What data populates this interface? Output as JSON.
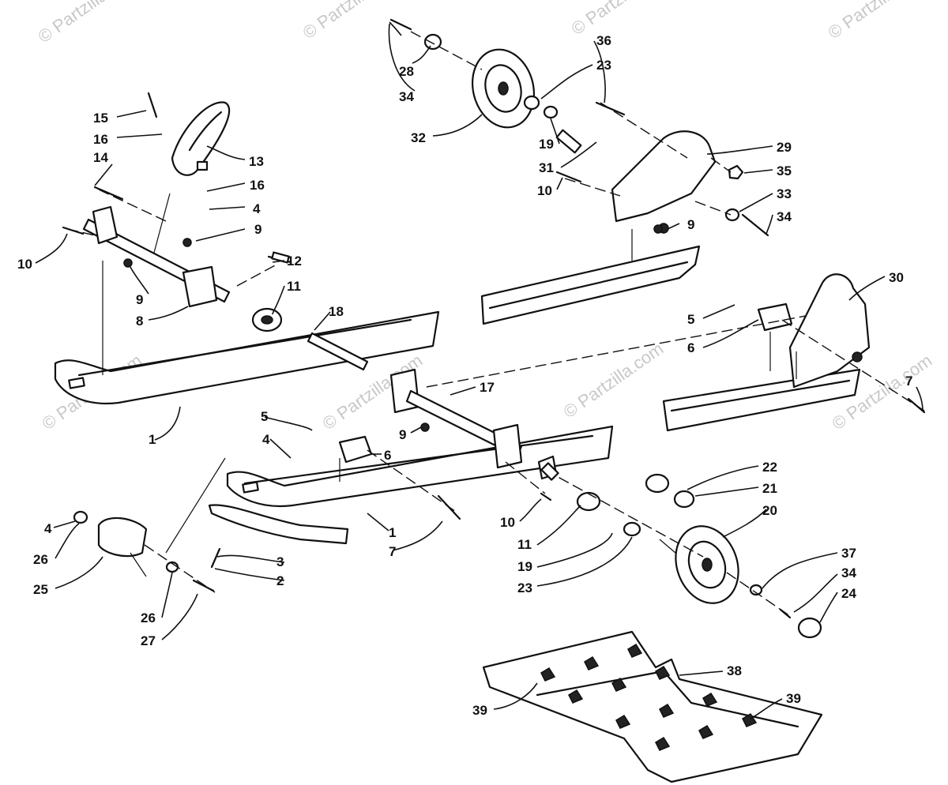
{
  "watermark": "© Partzilla.com",
  "callouts": [
    {
      "id": "c1a",
      "text": "1"
    },
    {
      "id": "c1b",
      "text": "1"
    },
    {
      "id": "c2",
      "text": "2"
    },
    {
      "id": "c3",
      "text": "3"
    },
    {
      "id": "c4a",
      "text": "4"
    },
    {
      "id": "c4b",
      "text": "4"
    },
    {
      "id": "c4c",
      "text": "4"
    },
    {
      "id": "c5a",
      "text": "5"
    },
    {
      "id": "c5b",
      "text": "5"
    },
    {
      "id": "c6a",
      "text": "6"
    },
    {
      "id": "c6b",
      "text": "6"
    },
    {
      "id": "c7a",
      "text": "7"
    },
    {
      "id": "c7b",
      "text": "7"
    },
    {
      "id": "c8",
      "text": "8"
    },
    {
      "id": "c9a",
      "text": "9"
    },
    {
      "id": "c9b",
      "text": "9"
    },
    {
      "id": "c9c",
      "text": "9"
    },
    {
      "id": "c9d",
      "text": "9"
    },
    {
      "id": "c10a",
      "text": "10"
    },
    {
      "id": "c10b",
      "text": "10"
    },
    {
      "id": "c10c",
      "text": "10"
    },
    {
      "id": "c11a",
      "text": "11"
    },
    {
      "id": "c11b",
      "text": "11"
    },
    {
      "id": "c12",
      "text": "12"
    },
    {
      "id": "c13",
      "text": "13"
    },
    {
      "id": "c14",
      "text": "14"
    },
    {
      "id": "c15",
      "text": "15"
    },
    {
      "id": "c16a",
      "text": "16"
    },
    {
      "id": "c16b",
      "text": "16"
    },
    {
      "id": "c17",
      "text": "17"
    },
    {
      "id": "c18",
      "text": "18"
    },
    {
      "id": "c19a",
      "text": "19"
    },
    {
      "id": "c19b",
      "text": "19"
    },
    {
      "id": "c20",
      "text": "20"
    },
    {
      "id": "c21",
      "text": "21"
    },
    {
      "id": "c22",
      "text": "22"
    },
    {
      "id": "c23a",
      "text": "23"
    },
    {
      "id": "c23b",
      "text": "23"
    },
    {
      "id": "c24",
      "text": "24"
    },
    {
      "id": "c25",
      "text": "25"
    },
    {
      "id": "c26a",
      "text": "26"
    },
    {
      "id": "c26b",
      "text": "26"
    },
    {
      "id": "c27",
      "text": "27"
    },
    {
      "id": "c28",
      "text": "28"
    },
    {
      "id": "c29",
      "text": "29"
    },
    {
      "id": "c30",
      "text": "30"
    },
    {
      "id": "c31",
      "text": "31"
    },
    {
      "id": "c32",
      "text": "32"
    },
    {
      "id": "c33",
      "text": "33"
    },
    {
      "id": "c34a",
      "text": "34"
    },
    {
      "id": "c34b",
      "text": "34"
    },
    {
      "id": "c34c",
      "text": "34"
    },
    {
      "id": "c35",
      "text": "35"
    },
    {
      "id": "c36",
      "text": "36"
    },
    {
      "id": "c37",
      "text": "37"
    },
    {
      "id": "c38",
      "text": "38"
    },
    {
      "id": "c39a",
      "text": "39"
    },
    {
      "id": "c39b",
      "text": "39"
    }
  ]
}
